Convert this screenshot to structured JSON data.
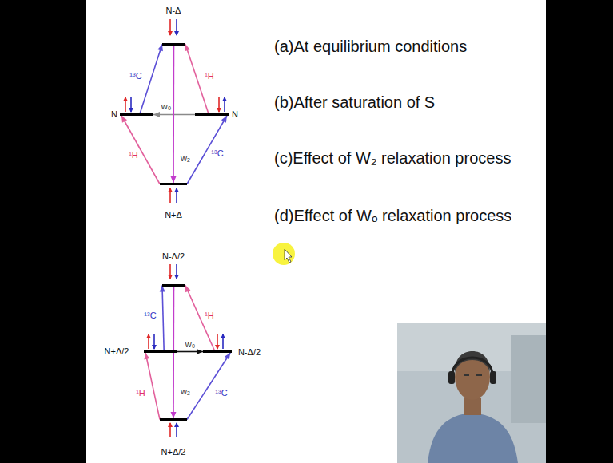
{
  "diagram": {
    "nodes": [
      {
        "text": [
          "N-Δ"
        ]
      },
      {
        "text": [
          "N"
        ]
      },
      {
        "text": [
          "N"
        ]
      },
      {
        "text": [
          "N+Δ"
        ]
      },
      {
        "text": [
          "N-Δ/2"
        ]
      },
      {
        "text": [
          "N+Δ/2"
        ]
      },
      {
        "text": [
          "N-Δ/2"
        ]
      },
      {
        "text": [
          "N+Δ/2"
        ]
      }
    ],
    "edges": [
      {
        "from": 1,
        "to": 0,
        "arrow": "to",
        "label": "¹³C"
      },
      {
        "from": 2,
        "to": 0,
        "arrow": "to",
        "label": "¹H"
      },
      {
        "from": 3,
        "to": 1,
        "arrow": "to",
        "label": "¹H"
      },
      {
        "from": 3,
        "to": 2,
        "arrow": "to",
        "label": "¹³C"
      },
      {
        "from": 2,
        "to": 1,
        "arrow": "to",
        "label": "w₀"
      },
      {
        "from": 0,
        "to": 3,
        "arrow": "to",
        "label": "w₂"
      },
      {
        "from": 5,
        "to": 4,
        "arrow": "to",
        "label": "¹³C"
      },
      {
        "from": 6,
        "to": 4,
        "arrow": "to",
        "label": "¹H"
      },
      {
        "from": 7,
        "to": 5,
        "arrow": "to",
        "label": "¹H"
      },
      {
        "from": 7,
        "to": 6,
        "arrow": "to",
        "label": "¹³C"
      },
      {
        "from": 5,
        "to": 6,
        "arrow": "to",
        "label": "w₀"
      },
      {
        "from": 4,
        "to": 7,
        "arrow": "to",
        "label": "w₂"
      }
    ],
    "labels": [
      "(a)At equilibrium conditions",
      "(b)After saturation of S",
      "(c)Effect of W₂ relaxation process",
      "(d)Effect of Wₒ relaxation process"
    ]
  }
}
